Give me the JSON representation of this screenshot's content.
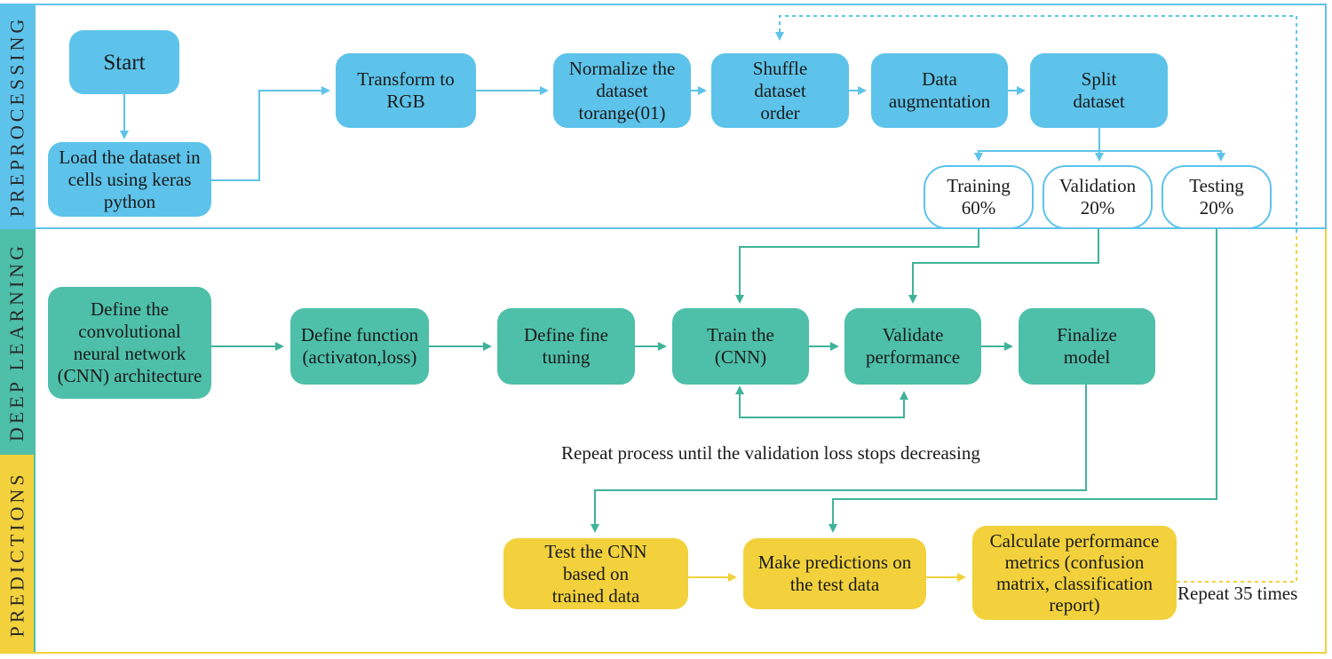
{
  "colors": {
    "preprocessing": "#5dc3ea",
    "deep_learning": "#4ebfa9",
    "predictions": "#f2d13c",
    "connector_teal": "#3fb39a"
  },
  "sections": {
    "preprocessing": "PREPROCESSING",
    "deep_learning": "DEEP LEARNING",
    "predictions": "PREDICTIONS"
  },
  "nodes": {
    "start": "Start",
    "load": "Load the dataset in cells using keras python",
    "rgb": "Transform to RGB",
    "normalize": "Normalize the dataset torange(01)",
    "shuffle": "Shuffle dataset order",
    "augment": "Data augmentation",
    "split": "Split dataset",
    "training": "Training 60%",
    "validation": "Validation 20%",
    "testing": "Testing 20%",
    "define_cnn": "Define the convolutional neural network (CNN) architecture",
    "define_function": "Define function (activaton,loss)",
    "fine_tuning": "Define fine tuning",
    "train": "Train the (CNN)",
    "validate": "Validate performance",
    "finalize": "Finalize model",
    "test_cnn": "Test the CNN based on trained data",
    "predict": "Make predictions on the test data",
    "metrics": "Calculate performance metrics (confusion matrix, classification report)"
  },
  "notes": {
    "repeat_process": "Repeat process until the  validation loss stops decreasing",
    "repeat_times": "Repeat 35 times"
  }
}
